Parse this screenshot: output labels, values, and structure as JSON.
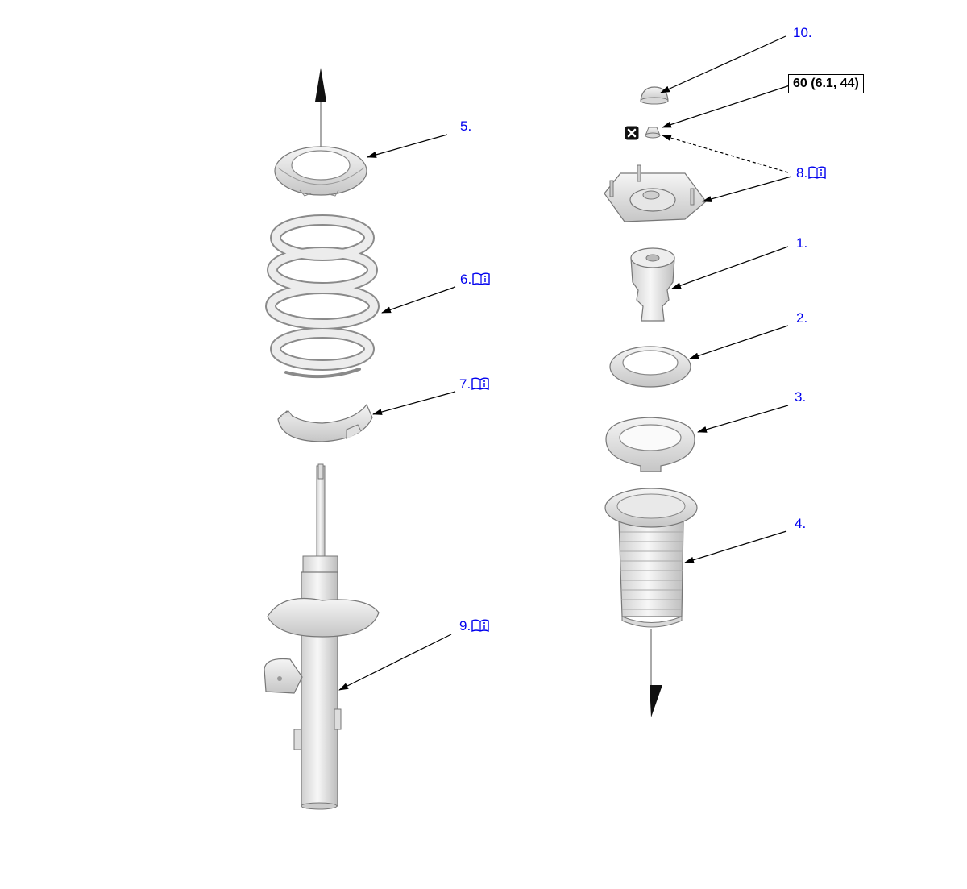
{
  "callouts": {
    "c1": {
      "label": "1.",
      "has_info_icon": false
    },
    "c2": {
      "label": "2.",
      "has_info_icon": false
    },
    "c3": {
      "label": "3.",
      "has_info_icon": false
    },
    "c4": {
      "label": "4.",
      "has_info_icon": false
    },
    "c5": {
      "label": "5.",
      "has_info_icon": false
    },
    "c6": {
      "label": "6.",
      "has_info_icon": true
    },
    "c7": {
      "label": "7.",
      "has_info_icon": true
    },
    "c8": {
      "label": "8.",
      "has_info_icon": true
    },
    "c9": {
      "label": "9.",
      "has_info_icon": true
    },
    "c10": {
      "label": "10.",
      "has_info_icon": false
    }
  },
  "torque_spec": "60 (6.1, 44)",
  "icons": {
    "info": "book-info-icon",
    "replace": "replace-part-icon"
  },
  "colors": {
    "link": "#0000ee",
    "part_fill": "#eeeeee",
    "part_stroke": "#777777"
  }
}
